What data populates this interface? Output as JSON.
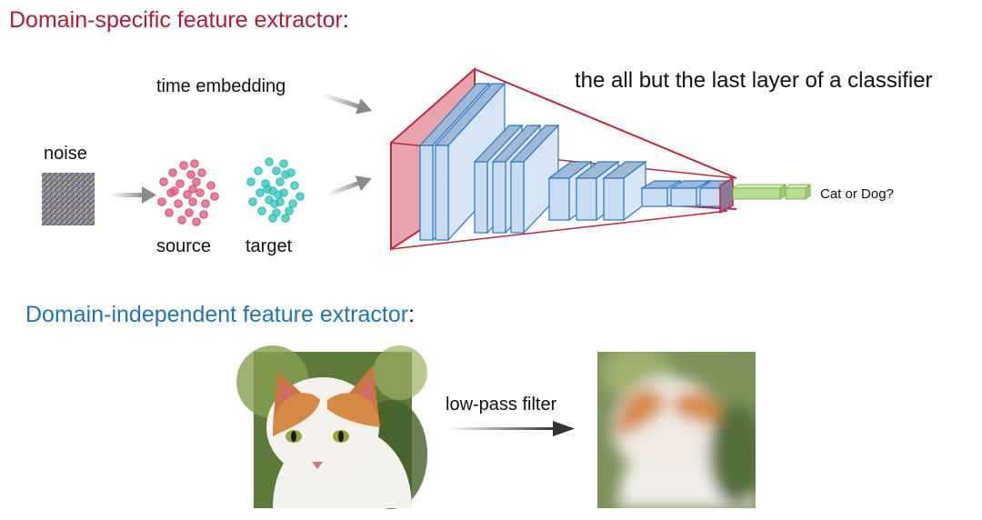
{
  "headings": {
    "specific": {
      "title": "Domain-specific feature extractor",
      "suffix": ":"
    },
    "independent": {
      "title": "Domain-independent feature extractor",
      "suffix": ":"
    }
  },
  "labels": {
    "time_embedding": "time embedding",
    "noise": "noise",
    "source": "source",
    "target": "target",
    "classifier_caption": "the all but the last layer of a classifier",
    "output": "Cat or Dog?",
    "low_pass": "low-pass filter"
  },
  "colors": {
    "specific_heading": "#b01c33",
    "independent_heading": "#1f74b8",
    "source_dots": "#e0557c",
    "target_dots": "#2ec4b6",
    "network_fill": "#c9dcf2",
    "network_stroke": "#2c78c6",
    "frustum_stroke": "#c0273d",
    "output_layer": "#a8d27a"
  }
}
